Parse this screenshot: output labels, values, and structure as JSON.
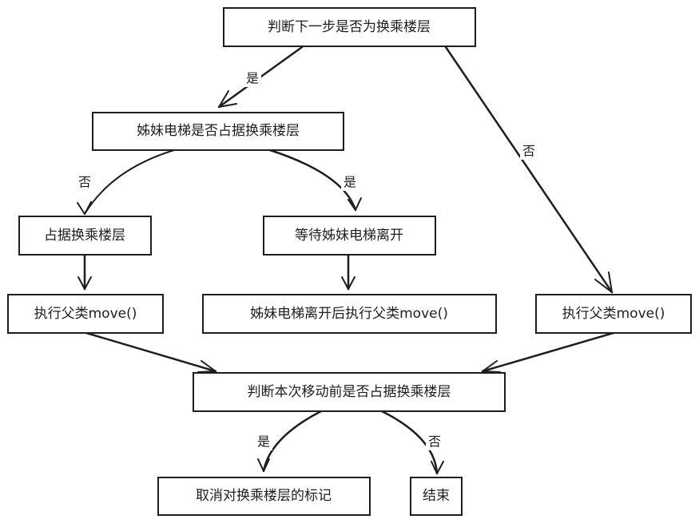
{
  "nodes": {
    "n1": "判断下一步是否为换乘楼层",
    "n2": "姊妹电梯是否占据换乘楼层",
    "n3": "占据换乘楼层",
    "n4": "等待姊妹电梯离开",
    "n5": "执行父类move()",
    "n6": "姊妹电梯离开后执行父类move()",
    "n7": "执行父类move()",
    "n8": "判断本次移动前是否占据换乘楼层",
    "n9": "取消对换乘楼层的标记",
    "n10": "结束"
  },
  "edge_labels": {
    "e1": "是",
    "e2": "否",
    "e3": "否",
    "e4": "是",
    "e5": "是",
    "e6": "否"
  }
}
